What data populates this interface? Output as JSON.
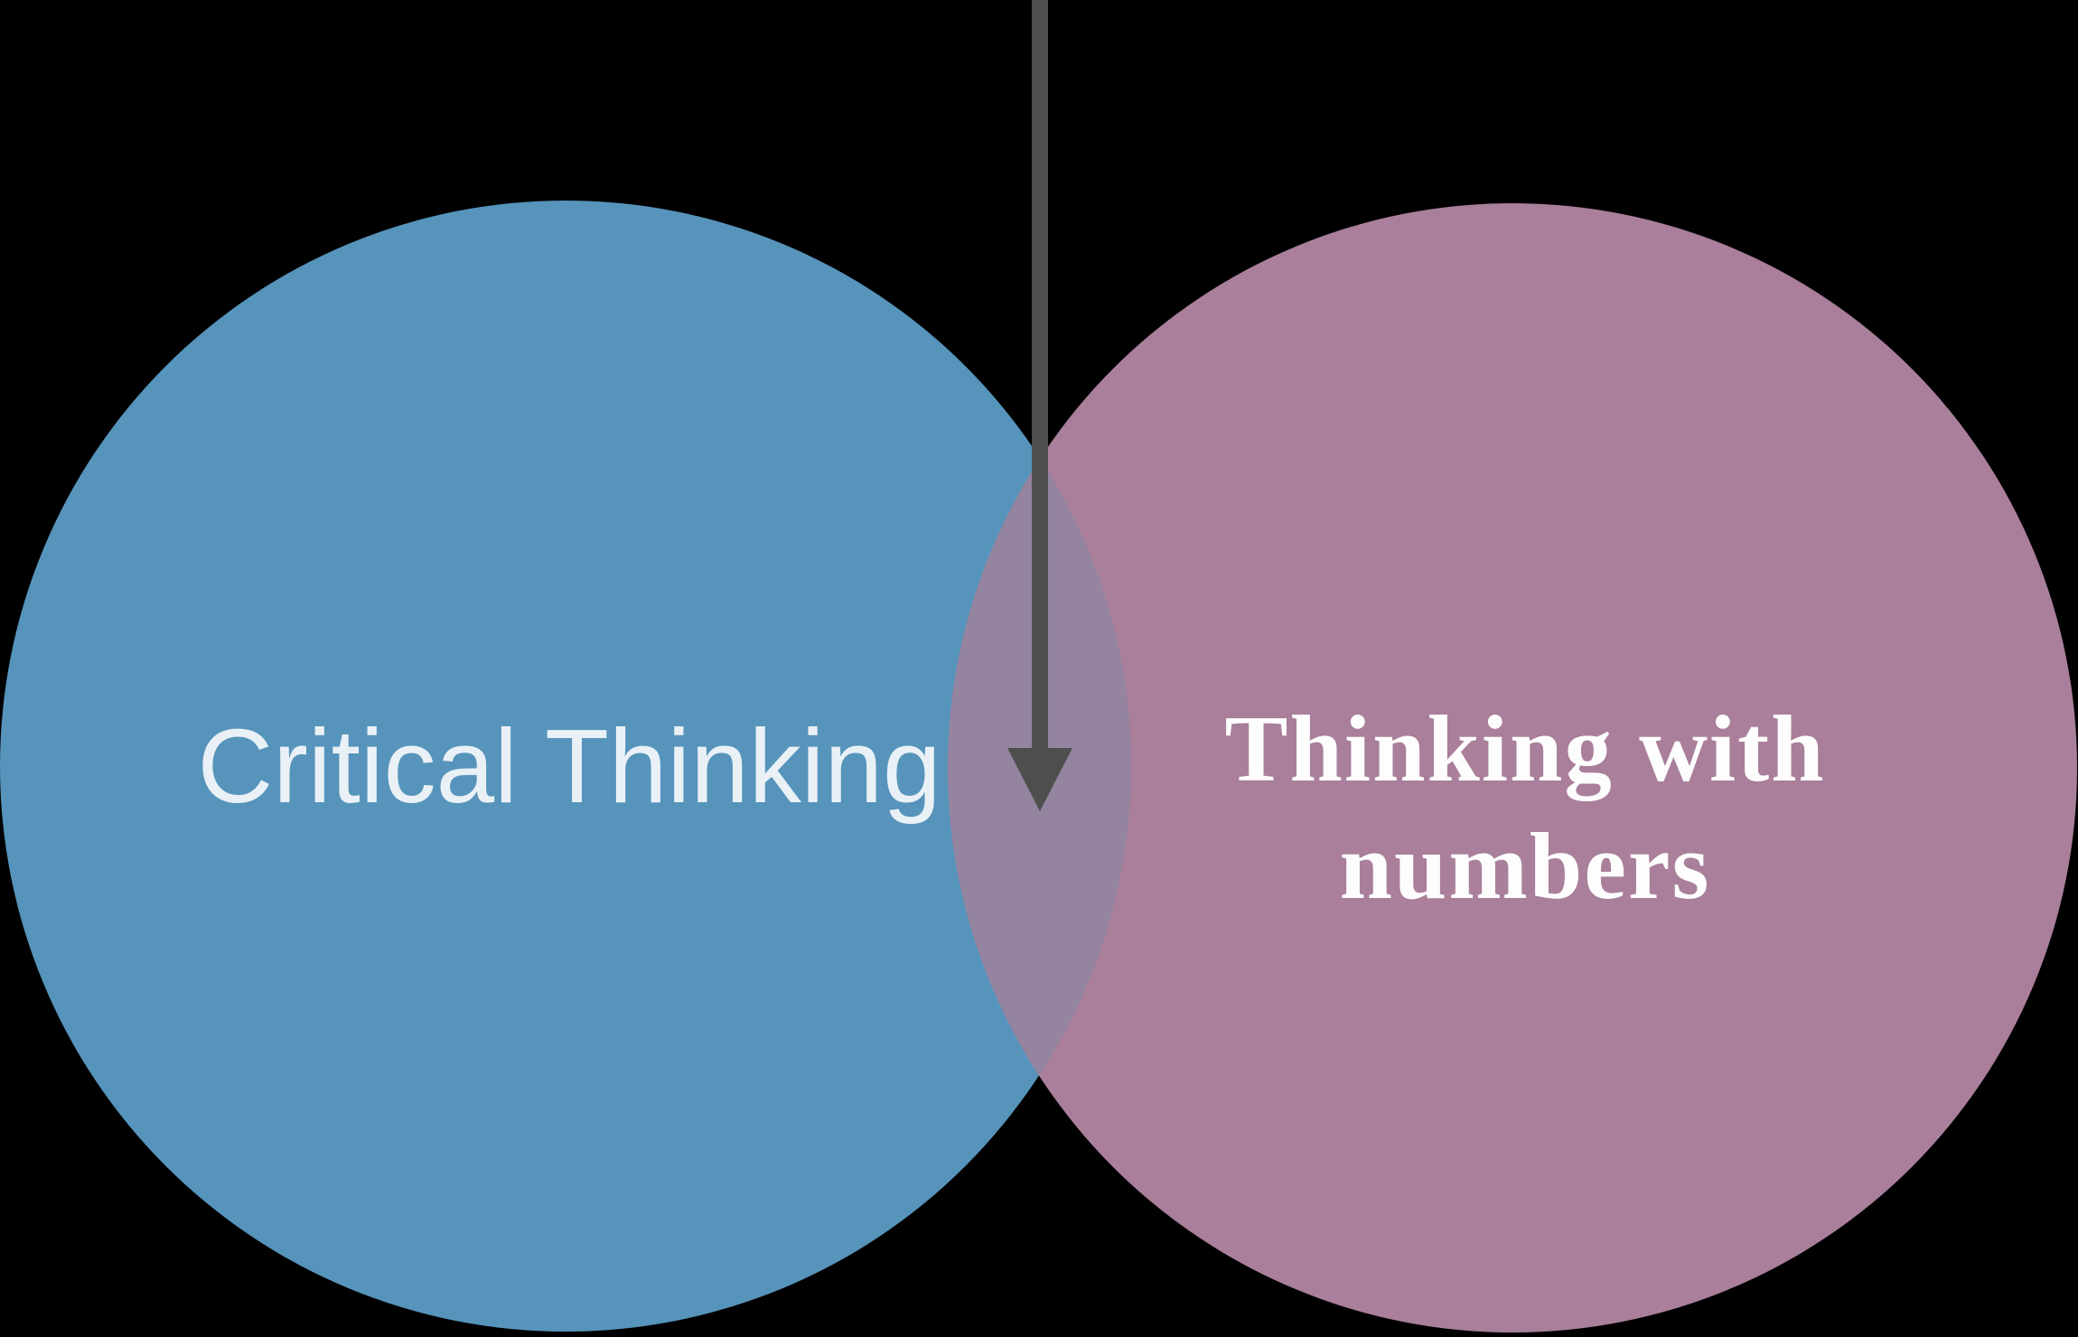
{
  "diagram": {
    "background_color": "#000000",
    "left_circle": {
      "label": "Critical Thinking",
      "fill_color": "#5794BB",
      "label_color": "#E9F1F6"
    },
    "right_circle": {
      "label_line1": "Thinking with",
      "label_line2": "numbers",
      "fill_color": "#A97F9B",
      "label_color": "#FDFDFD"
    },
    "overlap": {
      "fill_color": "#9484A0"
    },
    "arrow": {
      "fill_color": "#4E4E4E"
    }
  }
}
